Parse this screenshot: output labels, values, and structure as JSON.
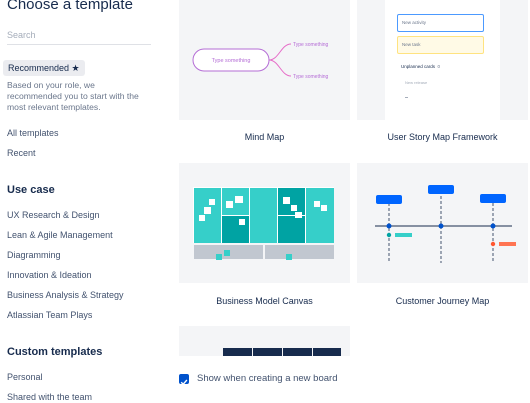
{
  "sidebar": {
    "title": "Choose a template",
    "search_placeholder": "Search",
    "recommended": {
      "label": "Recommended ★",
      "description": "Based on your role, we recommended you to start with the most relevant templates."
    },
    "all_templates": "All templates",
    "recent": "Recent",
    "use_case": {
      "heading": "Use case",
      "items": [
        "UX Research & Design",
        "Lean & Agile Management",
        "Diagramming",
        "Innovation & Ideation",
        "Business Analysis & Strategy",
        "Atlassian Team Plays"
      ]
    },
    "custom": {
      "heading": "Custom templates",
      "items": [
        "Personal",
        "Shared with the team"
      ]
    }
  },
  "cards": [
    {
      "label": "Mind Map",
      "center_text": "Type something",
      "branch_text": "Type something"
    },
    {
      "label": "User Story Map Framework",
      "note1": "New activity",
      "note2": "New task",
      "section": "Unplanned cards",
      "section_count": "0",
      "placeholder": "New release"
    },
    {
      "label": "Business Model Canvas"
    },
    {
      "label": "Customer Journey Map"
    }
  ],
  "footer": {
    "checkbox_label": "Show when creating a new board",
    "checked": true
  },
  "colors": {
    "accent": "#0052cc",
    "teal": "#36cfc9",
    "dark_teal": "#00a3a3",
    "mind_purple": "#b56ed6",
    "mind_pink": "#e66cc8",
    "orange": "#ff7452"
  }
}
